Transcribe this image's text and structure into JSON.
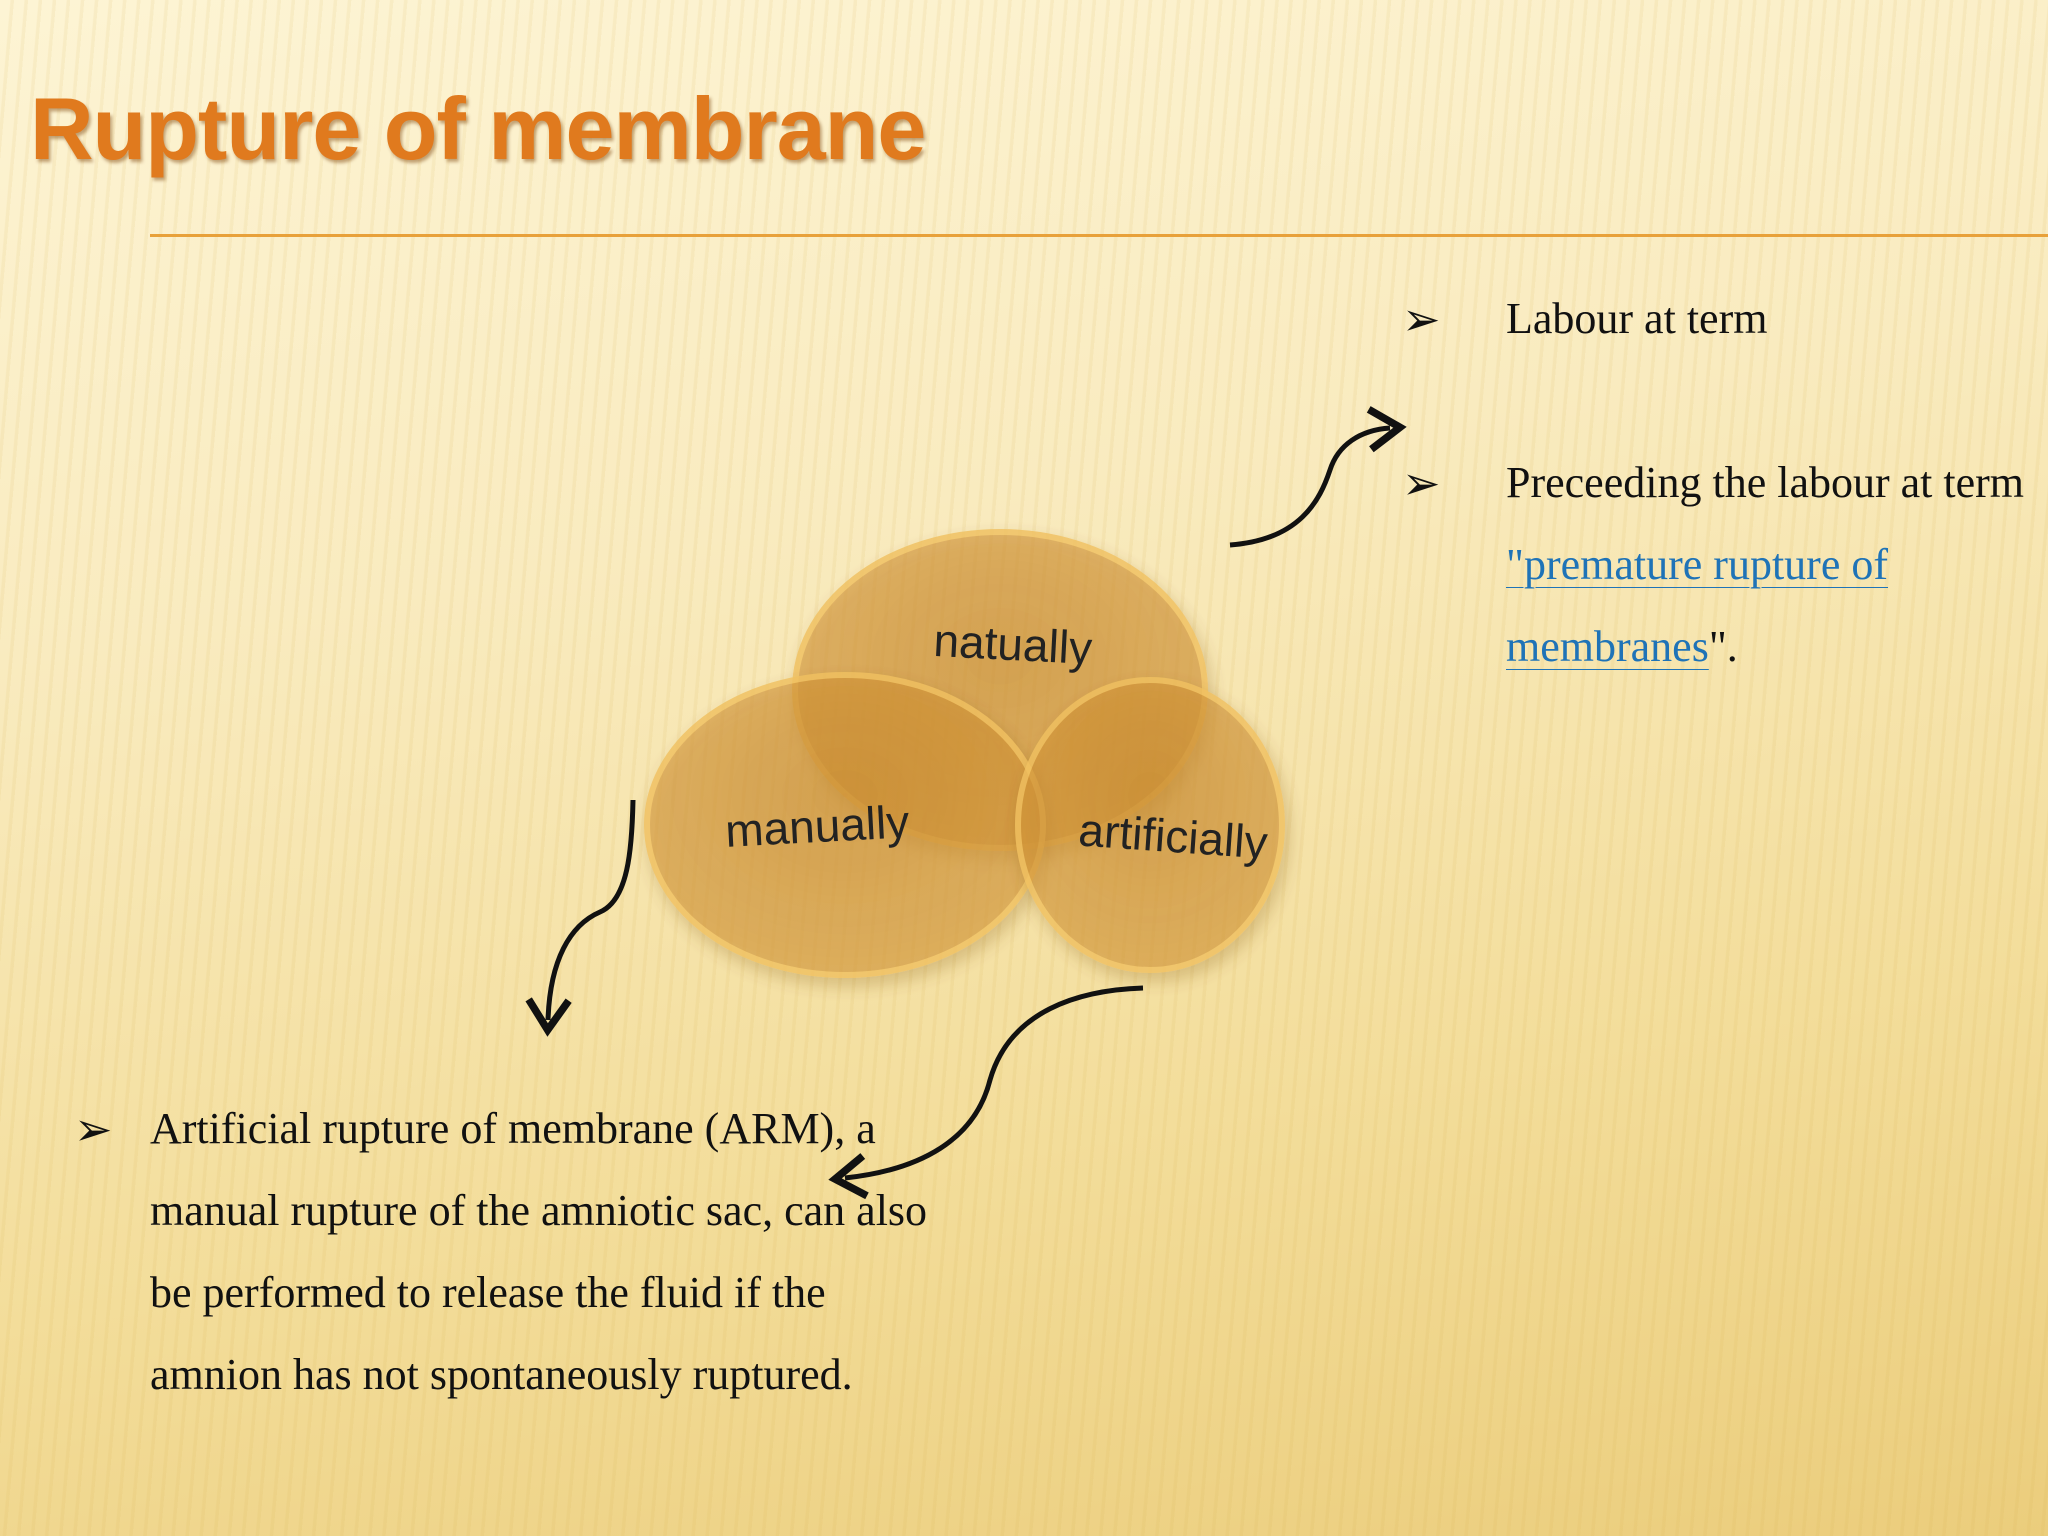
{
  "slide": {
    "title": "Rupture of membrane",
    "accent_color": "#e07a1e",
    "link_color": "#1f73b7"
  },
  "diagram": {
    "circles": [
      {
        "label": "natually"
      },
      {
        "label": "manually"
      },
      {
        "label": "artificially"
      }
    ],
    "circle_color": "#d79a3c"
  },
  "bullets": {
    "labour_at_term": "Labour at term",
    "preceeding": {
      "lead": "Preceeding the labour at term ",
      "link": "\"premature rupture of membranes",
      "tail": "\"."
    },
    "arm": "Artificial rupture of membrane (ARM), a manual rupture of the amniotic sac, can also be performed to release the fluid if the amnion has not spontaneously ruptured."
  },
  "icons": {
    "bullet": "arrowhead-bullet-icon",
    "connector": "curved-arrow-icon"
  }
}
